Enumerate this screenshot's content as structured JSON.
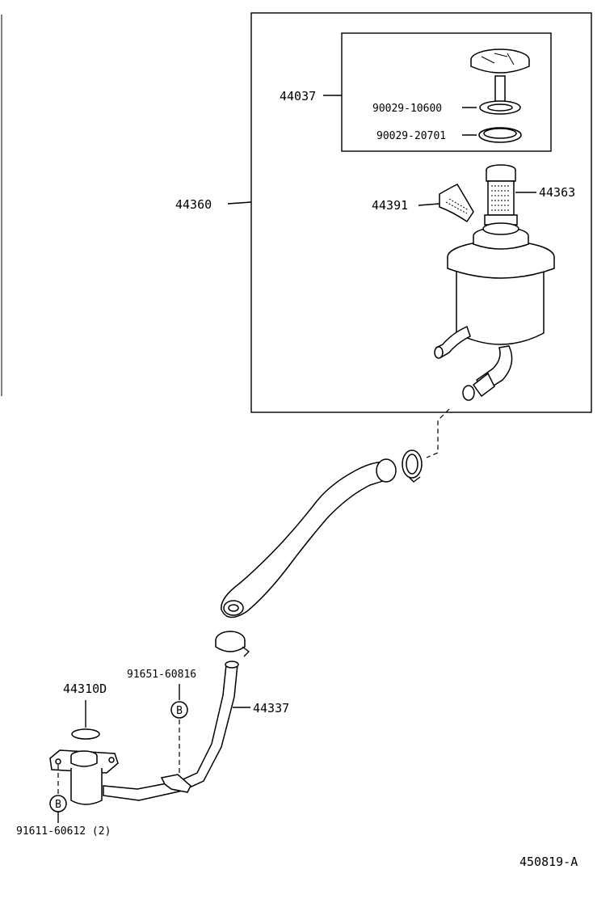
{
  "labels": {
    "reservoir_assy": "44360",
    "cap_assy": "44037",
    "cap_gasket": "90029-10600",
    "cap_seal": "90029-20701",
    "caution_plate": "44391",
    "strainer": "44363",
    "grommet": "44310D",
    "clamp_bolt": "91651-60816",
    "pipe": "44337",
    "flange_bolt": "91611-60612 (2)",
    "bolt_mark_upper": "B",
    "bolt_mark_lower": "B",
    "diagram_code": "450819-A"
  }
}
